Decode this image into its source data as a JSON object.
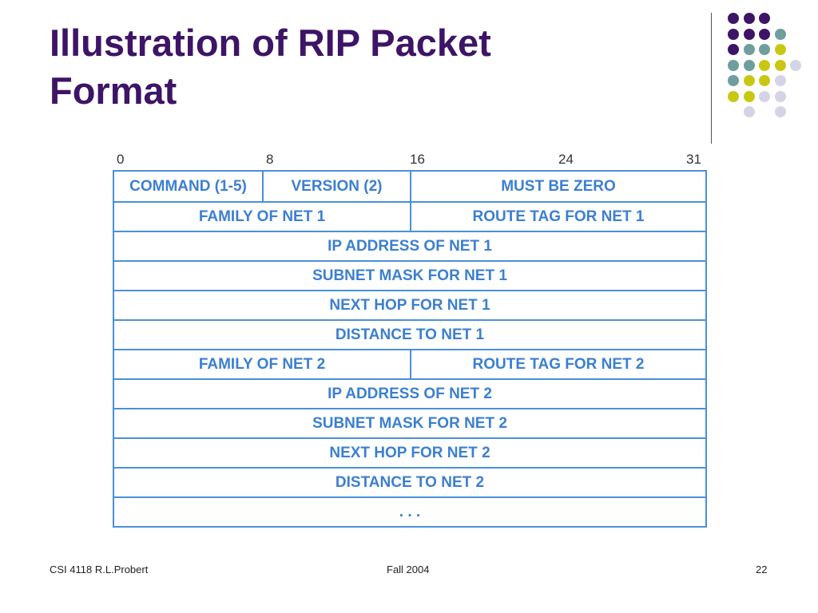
{
  "slide": {
    "title_line1": "Illustration of RIP Packet",
    "title_line2": "Format",
    "footer_left": "CSI 4118 R.L.Probert",
    "footer_center": "Fall 2004",
    "footer_right": "22"
  },
  "diagram": {
    "bit_scale": [
      "0",
      "8",
      "16",
      "24",
      "31"
    ],
    "rows": [
      {
        "cells": [
          {
            "label": "COMMAND (1-5)",
            "bits": 8
          },
          {
            "label": "VERSION (2)",
            "bits": 8
          },
          {
            "label": "MUST BE ZERO",
            "bits": 16
          }
        ]
      },
      {
        "cells": [
          {
            "label": "FAMILY OF NET 1",
            "bits": 16
          },
          {
            "label": "ROUTE TAG FOR NET 1",
            "bits": 16
          }
        ]
      },
      {
        "cells": [
          {
            "label": "IP ADDRESS OF NET 1",
            "bits": 32
          }
        ]
      },
      {
        "cells": [
          {
            "label": "SUBNET MASK FOR NET 1",
            "bits": 32
          }
        ]
      },
      {
        "cells": [
          {
            "label": "NEXT HOP FOR NET 1",
            "bits": 32
          }
        ]
      },
      {
        "cells": [
          {
            "label": "DISTANCE TO NET 1",
            "bits": 32
          }
        ]
      },
      {
        "cells": [
          {
            "label": "FAMILY OF NET 2",
            "bits": 16
          },
          {
            "label": "ROUTE TAG FOR NET 2",
            "bits": 16
          }
        ]
      },
      {
        "cells": [
          {
            "label": "IP ADDRESS OF NET 2",
            "bits": 32
          }
        ]
      },
      {
        "cells": [
          {
            "label": "SUBNET MASK FOR NET 2",
            "bits": 32
          }
        ]
      },
      {
        "cells": [
          {
            "label": "NEXT HOP FOR NET 2",
            "bits": 32
          }
        ]
      },
      {
        "cells": [
          {
            "label": "DISTANCE TO NET 2",
            "bits": 32
          }
        ]
      },
      {
        "cells": [
          {
            "label": ". . .",
            "bits": 32
          }
        ]
      }
    ]
  },
  "colors": {
    "title": "#3d1466",
    "diagram_text": "#3b7fd1",
    "diagram_border": "#4a90d9",
    "dot_purple": "#3d1466",
    "dot_teal": "#6e9e9e",
    "dot_yellow": "#c8c814",
    "dot_lavender": "#d4d4e6"
  },
  "decoration_dots": [
    [
      "purple",
      "purple",
      "purple",
      null
    ],
    [
      "purple",
      "purple",
      "purple",
      "teal"
    ],
    [
      "purple",
      "teal",
      "teal",
      "yellow"
    ],
    [
      "teal",
      "teal",
      "yellow",
      "yellow",
      "lavender"
    ],
    [
      "teal",
      "yellow",
      "yellow",
      "lavender"
    ],
    [
      "yellow",
      "yellow",
      "lavender",
      "lavender"
    ],
    [
      null,
      "lavender",
      null,
      "lavender"
    ]
  ]
}
